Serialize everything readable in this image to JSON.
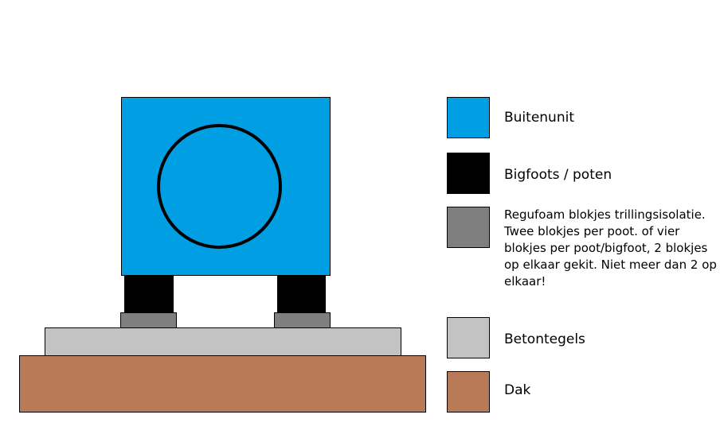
{
  "colors": {
    "unit": "#009ee3",
    "feet": "#000000",
    "foam": "#7f7f7f",
    "tiles": "#c3c3c3",
    "roof": "#b97a57"
  },
  "legend": {
    "items": [
      {
        "label": "Buitenunit",
        "color": "#009ee3"
      },
      {
        "label": "Bigfoots / poten",
        "color": "#000000"
      },
      {
        "label": "Regufoam blokjes trillingsisolatie. Twee blokjes per poot. of vier blokjes per poot/bigfoot, 2 blokjes op elkaar gekit. Niet meer dan 2 op elkaar!",
        "color": "#7f7f7f"
      },
      {
        "label": "Betontegels",
        "color": "#c3c3c3"
      },
      {
        "label": "Dak",
        "color": "#b97a57"
      }
    ]
  }
}
